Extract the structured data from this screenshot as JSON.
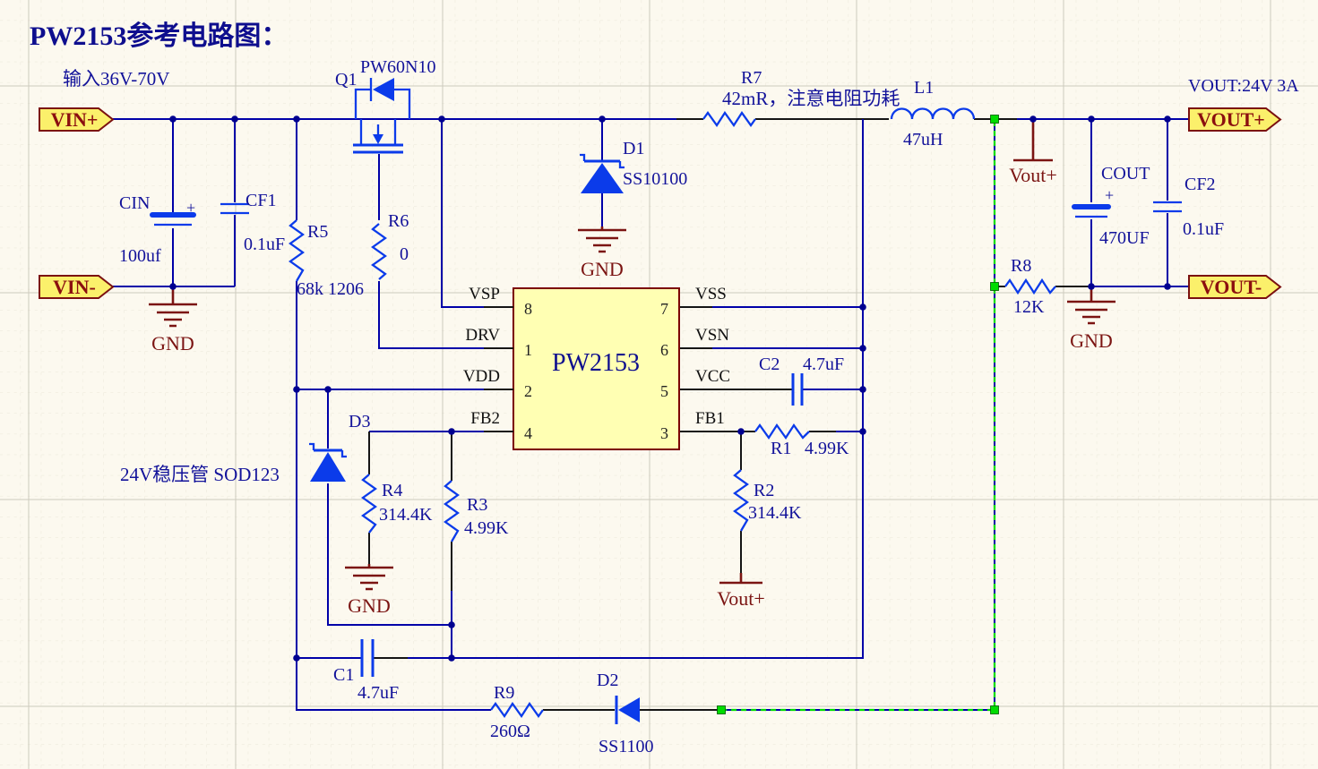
{
  "title": "PW2153参考电路图：",
  "annotations": {
    "input_spec": "输入36V-70V",
    "output_spec": "VOUT:24V  3A",
    "zener_note": "24V稳压管 SOD123"
  },
  "connectors": {
    "vin_plus": "VIN+",
    "vin_minus": "VIN-",
    "vout_plus": "VOUT+",
    "vout_minus": "VOUT-"
  },
  "ic": {
    "name": "PW2153",
    "left_pins": [
      {
        "num": "8",
        "name": "VSP"
      },
      {
        "num": "1",
        "name": "DRV"
      },
      {
        "num": "2",
        "name": "VDD"
      },
      {
        "num": "4",
        "name": "FB2"
      }
    ],
    "right_pins": [
      {
        "num": "7",
        "name": "VSS"
      },
      {
        "num": "6",
        "name": "VSN"
      },
      {
        "num": "5",
        "name": "VCC"
      },
      {
        "num": "3",
        "name": "FB1"
      }
    ]
  },
  "components": {
    "q1": {
      "ref": "Q1",
      "part": "PW60N10"
    },
    "cin": {
      "ref": "CIN",
      "value": "100uf",
      "polarity": "+"
    },
    "cf1": {
      "ref": "CF1",
      "value": "0.1uF"
    },
    "r5": {
      "ref": "R5",
      "value": "68k  1206"
    },
    "r6": {
      "ref": "R6",
      "value": "0"
    },
    "d1": {
      "ref": "D1",
      "part": "SS10100"
    },
    "r7": {
      "ref": "R7",
      "value": "42mR，注意电阻功耗"
    },
    "l1": {
      "ref": "L1",
      "value": "47uH"
    },
    "c2": {
      "ref": "C2",
      "value": "4.7uF"
    },
    "r1": {
      "ref": "R1",
      "value": "4.99K"
    },
    "r2": {
      "ref": "R2",
      "value": "314.4K"
    },
    "r3": {
      "ref": "R3",
      "value": "4.99K"
    },
    "r4": {
      "ref": "R4",
      "value": "314.4K"
    },
    "d3": {
      "ref": "D3"
    },
    "c1": {
      "ref": "C1",
      "value": "4.7uF"
    },
    "r9": {
      "ref": "R9",
      "value": "260Ω"
    },
    "d2": {
      "ref": "D2",
      "part": "SS1100"
    },
    "r8": {
      "ref": "R8",
      "value": "12K"
    },
    "cout": {
      "ref": "COUT",
      "value": "470UF",
      "polarity": "+"
    },
    "cf2": {
      "ref": "CF2",
      "value": "0.1uF"
    }
  },
  "nets": {
    "gnd": "GND",
    "vout_plus": "Vout+"
  },
  "colors": {
    "wire": "#0000A8",
    "component": "#0B3BEA",
    "label": "#12129A",
    "net": "#7B1412",
    "connector_fill": "#FBF06B",
    "connector_border": "#7B1010",
    "ic_fill": "#FFFFB3",
    "ic_border": "#7B0000",
    "selection": "#00DC00",
    "background": "#FCF9EF"
  }
}
